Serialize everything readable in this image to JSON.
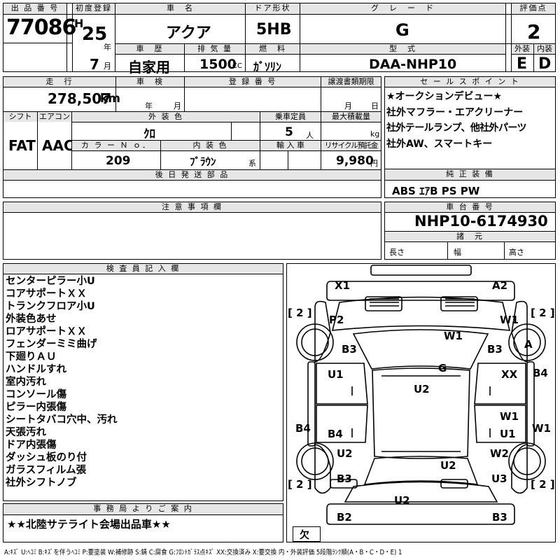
{
  "header": {
    "lot_no_label": "出 品 番 号",
    "lot_no": "77086",
    "first_reg_label": "初度登録",
    "era": "H",
    "reg_year": "25",
    "year_unit": "年",
    "reg_month": "7",
    "month_unit": "月",
    "car_name_label": "車　名",
    "car_name": "アクア",
    "door_label": "ドア形状",
    "door": "5HB",
    "grade_label": "グ　レ　ー　ド",
    "grade": "G",
    "score_label": "評価点",
    "score": "2",
    "history_label": "車　歴",
    "history": "自家用",
    "disp_label": "排 気 量",
    "displacement": "1500",
    "disp_unit": "CC",
    "fuel_label": "燃　料",
    "fuel": "ｶﾞｿﾘﾝ",
    "model_label": "型　式",
    "model": "DAA-NHP10",
    "ext_label": "外装",
    "ext_grade": "E",
    "int_label": "内装",
    "int_grade": "D"
  },
  "specs": {
    "mileage_label": "走　行",
    "mileage": "278,507",
    "mileage_unit": "km",
    "inspection_label": "車　検",
    "insp_year_unit": "年",
    "insp_month_unit": "月",
    "plate_label": "登 録 番 号",
    "deadline_label": "譲渡書類期限",
    "deadline_month_unit": "月",
    "deadline_day_unit": "日",
    "shift_label": "シフト",
    "shift": "FAT",
    "ac_label": "エアコン",
    "ac": "AAC",
    "color_label": "外 装 色",
    "color": "ｸﾛ",
    "capacity_label": "乗車定員",
    "capacity": "5",
    "capacity_unit": "人",
    "load_label": "最大積載量",
    "load_unit": "kg",
    "color_no_label": "カ ラ ー Ｎ ｏ．",
    "color_no": "209",
    "interior_label": "内 装 色",
    "interior": "ﾌﾞﾗｳﾝ",
    "interior_unit": "系",
    "import_label": "輸 入 車",
    "recycle_label": "リサイクル預託金",
    "recycle": "9,980",
    "recycle_unit": "円"
  },
  "later_parts_label": "後 日 発 送 部 品",
  "notes_label": "注 意 事 項 欄",
  "sales": {
    "label": "セ ー ル ス ポ イ ン ト",
    "lines": [
      "★オークションデビュー★",
      "社外マフラー・エアクリーナー",
      "社外テールランプ、他社外パーツ",
      "社外AW、スマートキー"
    ]
  },
  "equipment": {
    "label": "純 正 装 備",
    "value": "ABS ｴｱB PS PW"
  },
  "chassis": {
    "label": "車 台 番 号",
    "value": "NHP10-6174930"
  },
  "dims": {
    "label": "諸　元",
    "length": "長さ",
    "width": "幅",
    "height": "高さ"
  },
  "inspector": {
    "label": "検 査 員 記 入 欄",
    "lines": [
      "センターピラー小U",
      "コアサポートＸＸ",
      "トランクフロア小U",
      "外装色あせ",
      "ロアサポートＸＸ",
      "フェンダーミミ曲げ",
      "下廻りＡＵ",
      "ハンドルすれ",
      "室内汚れ",
      "コンソール傷",
      "ピラー内張傷",
      "シートタバコ穴中、汚れ",
      "天張汚れ",
      "ドア内張傷",
      "ダッシュ板のり付",
      "ガラスフィルム張",
      "社外シフトノブ"
    ]
  },
  "office": {
    "label": "事 務 局 よ り ご 案 内",
    "text": "★★北陸サテライト会場出品車★★"
  },
  "diagram": {
    "missing_label": "欠",
    "marks": {
      "x1": "X1",
      "a2": "A2",
      "tl_tire": "[ 2 ]",
      "tr_tire": "[ 2 ]",
      "bl_tire": "[ 2 ]",
      "br_tire": "[ 2 ]",
      "p2": "P2",
      "w1_a": "W1",
      "w1_b": "W1",
      "b3_a": "B3",
      "b3_b": "B3",
      "a": "A",
      "g": "G",
      "u1_a": "U1",
      "xx": "XX",
      "b4_a": "B4",
      "u2_a": "U2",
      "w1_c": "W1",
      "u1_b": "U1",
      "w1_d": "W1",
      "b4_b": "B4",
      "b4_c": "B4",
      "u2_b": "U2",
      "w2": "W2",
      "u2_c": "U2",
      "b3_c": "B3",
      "u3": "U3",
      "u2_d": "U2",
      "b2": "B2",
      "b3_d": "B3"
    }
  },
  "legend": "A:ｷｽﾞ U:ﾍｺﾐ B:ｷｽﾞを伴うﾍｺﾐ P:要塗装 W:補修跡 S:錆 C:腐食 G:ﾌﾛﾝﾄｶﾞﾗｽ点ｷｽﾞ XX:交換済み X:要交換 内・外装評価 5段階ﾗﾝｸ順(A・B・C・D・E) 1"
}
